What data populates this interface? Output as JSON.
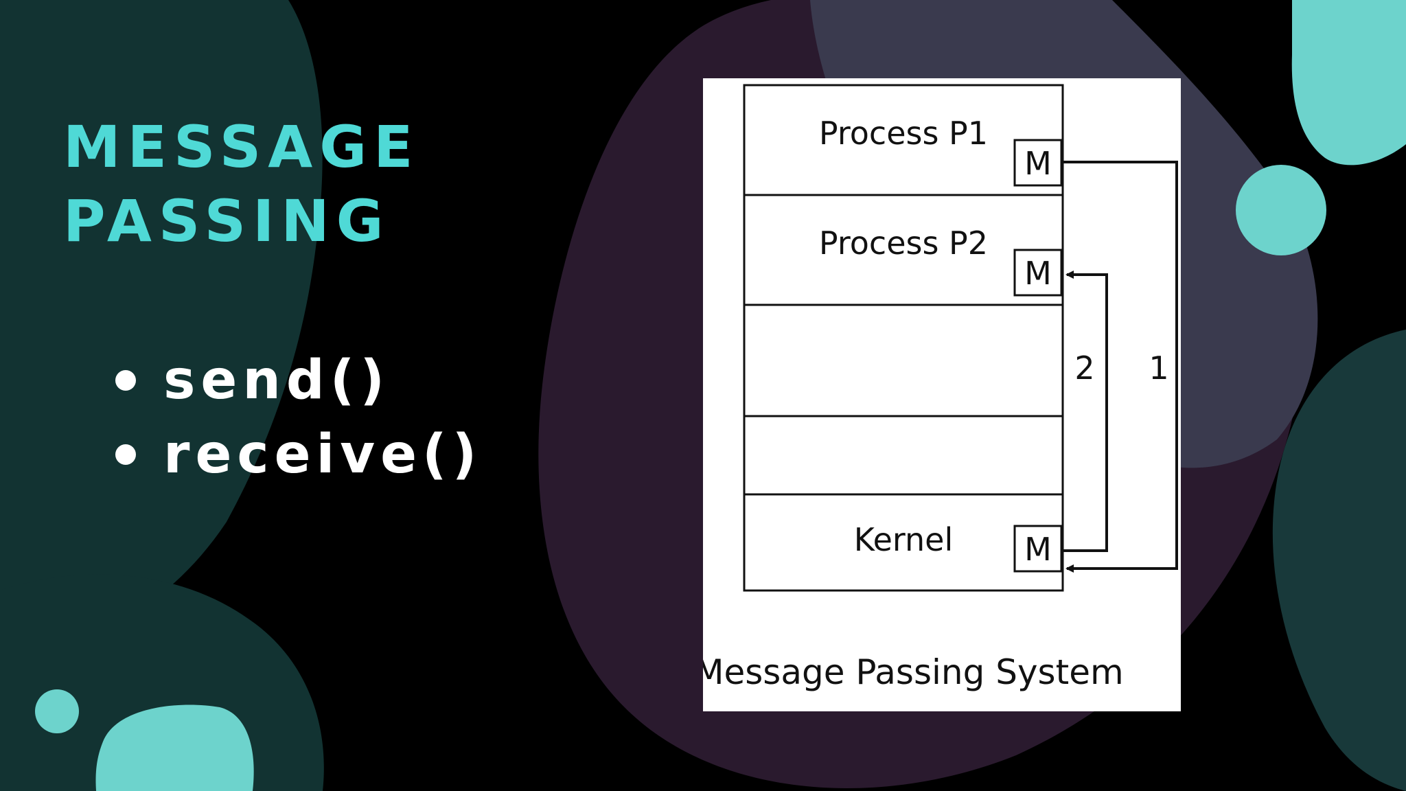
{
  "slide": {
    "title_lines": [
      "MESSAGE",
      "PASSING"
    ],
    "bullets": [
      "send()",
      "receive()"
    ],
    "colors": {
      "accent": "#4fd9d6",
      "background": "#000000",
      "blob_teal_dark": "#123332",
      "blob_purple": "#2a1a2e",
      "blob_slate": "#3a3a4e",
      "blob_teal_light": "#6dd3cc"
    }
  },
  "diagram": {
    "caption": "Message Passing System",
    "regions": [
      {
        "label": "Process P1",
        "mailbox": "M"
      },
      {
        "label": "Process P2",
        "mailbox": "M"
      },
      {
        "label": "",
        "mailbox": ""
      },
      {
        "label": "",
        "mailbox": ""
      },
      {
        "label": "Kernel",
        "mailbox": "M"
      }
    ],
    "arrows": [
      {
        "label": "1",
        "from": "Process P1",
        "to": "Kernel"
      },
      {
        "label": "2",
        "from": "Kernel",
        "to": "Process P2"
      }
    ]
  }
}
